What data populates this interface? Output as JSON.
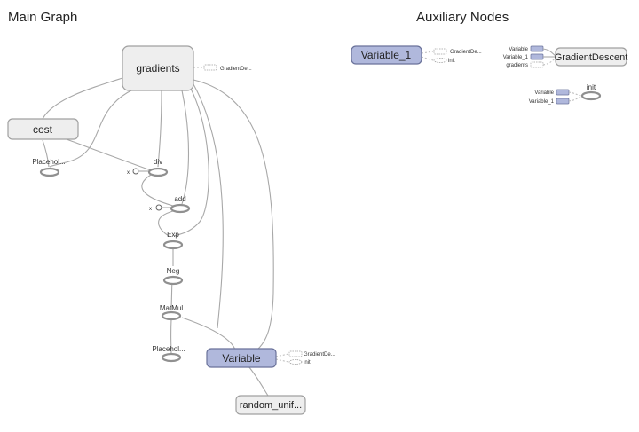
{
  "sections": {
    "main_title": "Main Graph",
    "aux_title": "Auxiliary Nodes"
  },
  "main_nodes": {
    "gradients": "gradients",
    "cost": "cost",
    "placeholder_top": "Placehol...",
    "div": "div",
    "add": "add",
    "exp": "Exp",
    "neg": "Neg",
    "matmul": "MatMul",
    "placeholder_bottom": "Placehol...",
    "variable": "Variable",
    "random_uniform": "random_unif...",
    "const_div": "x",
    "const_add": "x"
  },
  "main_aux_refs": {
    "gradients_ref": "GradientDe...",
    "variable_ref_1": "GradientDe...",
    "variable_ref_2": "init"
  },
  "aux_nodes": {
    "variable_1": "Variable_1",
    "variable_1_ref_1": "GradientDe...",
    "variable_1_ref_2": "init",
    "gd_in_1": "Variable",
    "gd_in_2": "Variable_1",
    "gd_in_3": "gradients",
    "gradient_descent": "GradientDescent",
    "init_in_1": "Variable",
    "init_in_2": "Variable_1",
    "init": "init"
  },
  "colors": {
    "variable_fill": "#b0b8dc",
    "node_fill": "#eeeeee",
    "edge": "#a8a8a8"
  }
}
